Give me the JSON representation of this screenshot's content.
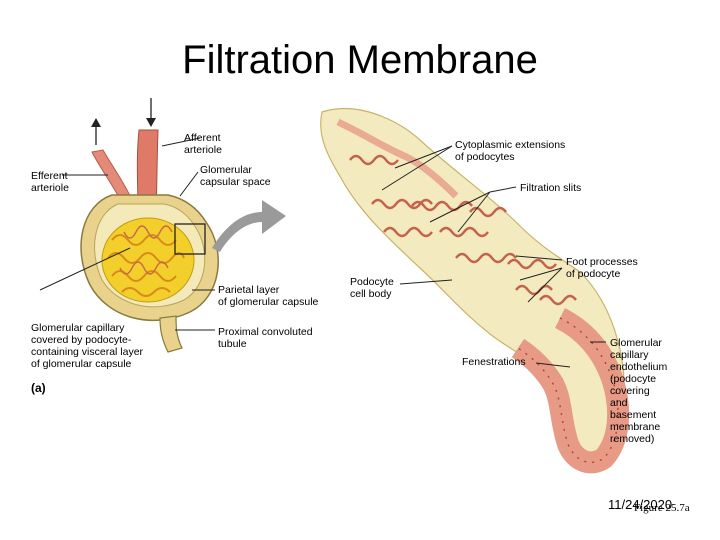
{
  "title": "Filtration Membrane",
  "labels": {
    "afferent": "Afferent\narteriole",
    "efferent": "Efferent\narteriole",
    "capsular_space": "Glomerular\ncapsular space",
    "parietal": "Parietal layer\nof glomerular capsule",
    "capillary": "Glomerular capillary\ncovered by podocyte-\ncontaining visceral layer\nof glomerular capsule",
    "pct": "Proximal convoluted\ntubule",
    "panel": "(a)",
    "cytoplasmic": "Cytoplasmic extensions\nof podocytes",
    "slits": "Filtration slits",
    "podocyte_body": "Podocyte\ncell body",
    "foot": "Foot processes\nof podocyte",
    "fenestrations": "Fenestrations",
    "endothelium": "Glomerular\ncapillary\nendothelium\n(podocyte\ncovering\nand\nbasement\nmembrane\nremoved)"
  },
  "footer": {
    "date": "11/24/2020",
    "figure_ref": "Figure 25.7a"
  }
}
